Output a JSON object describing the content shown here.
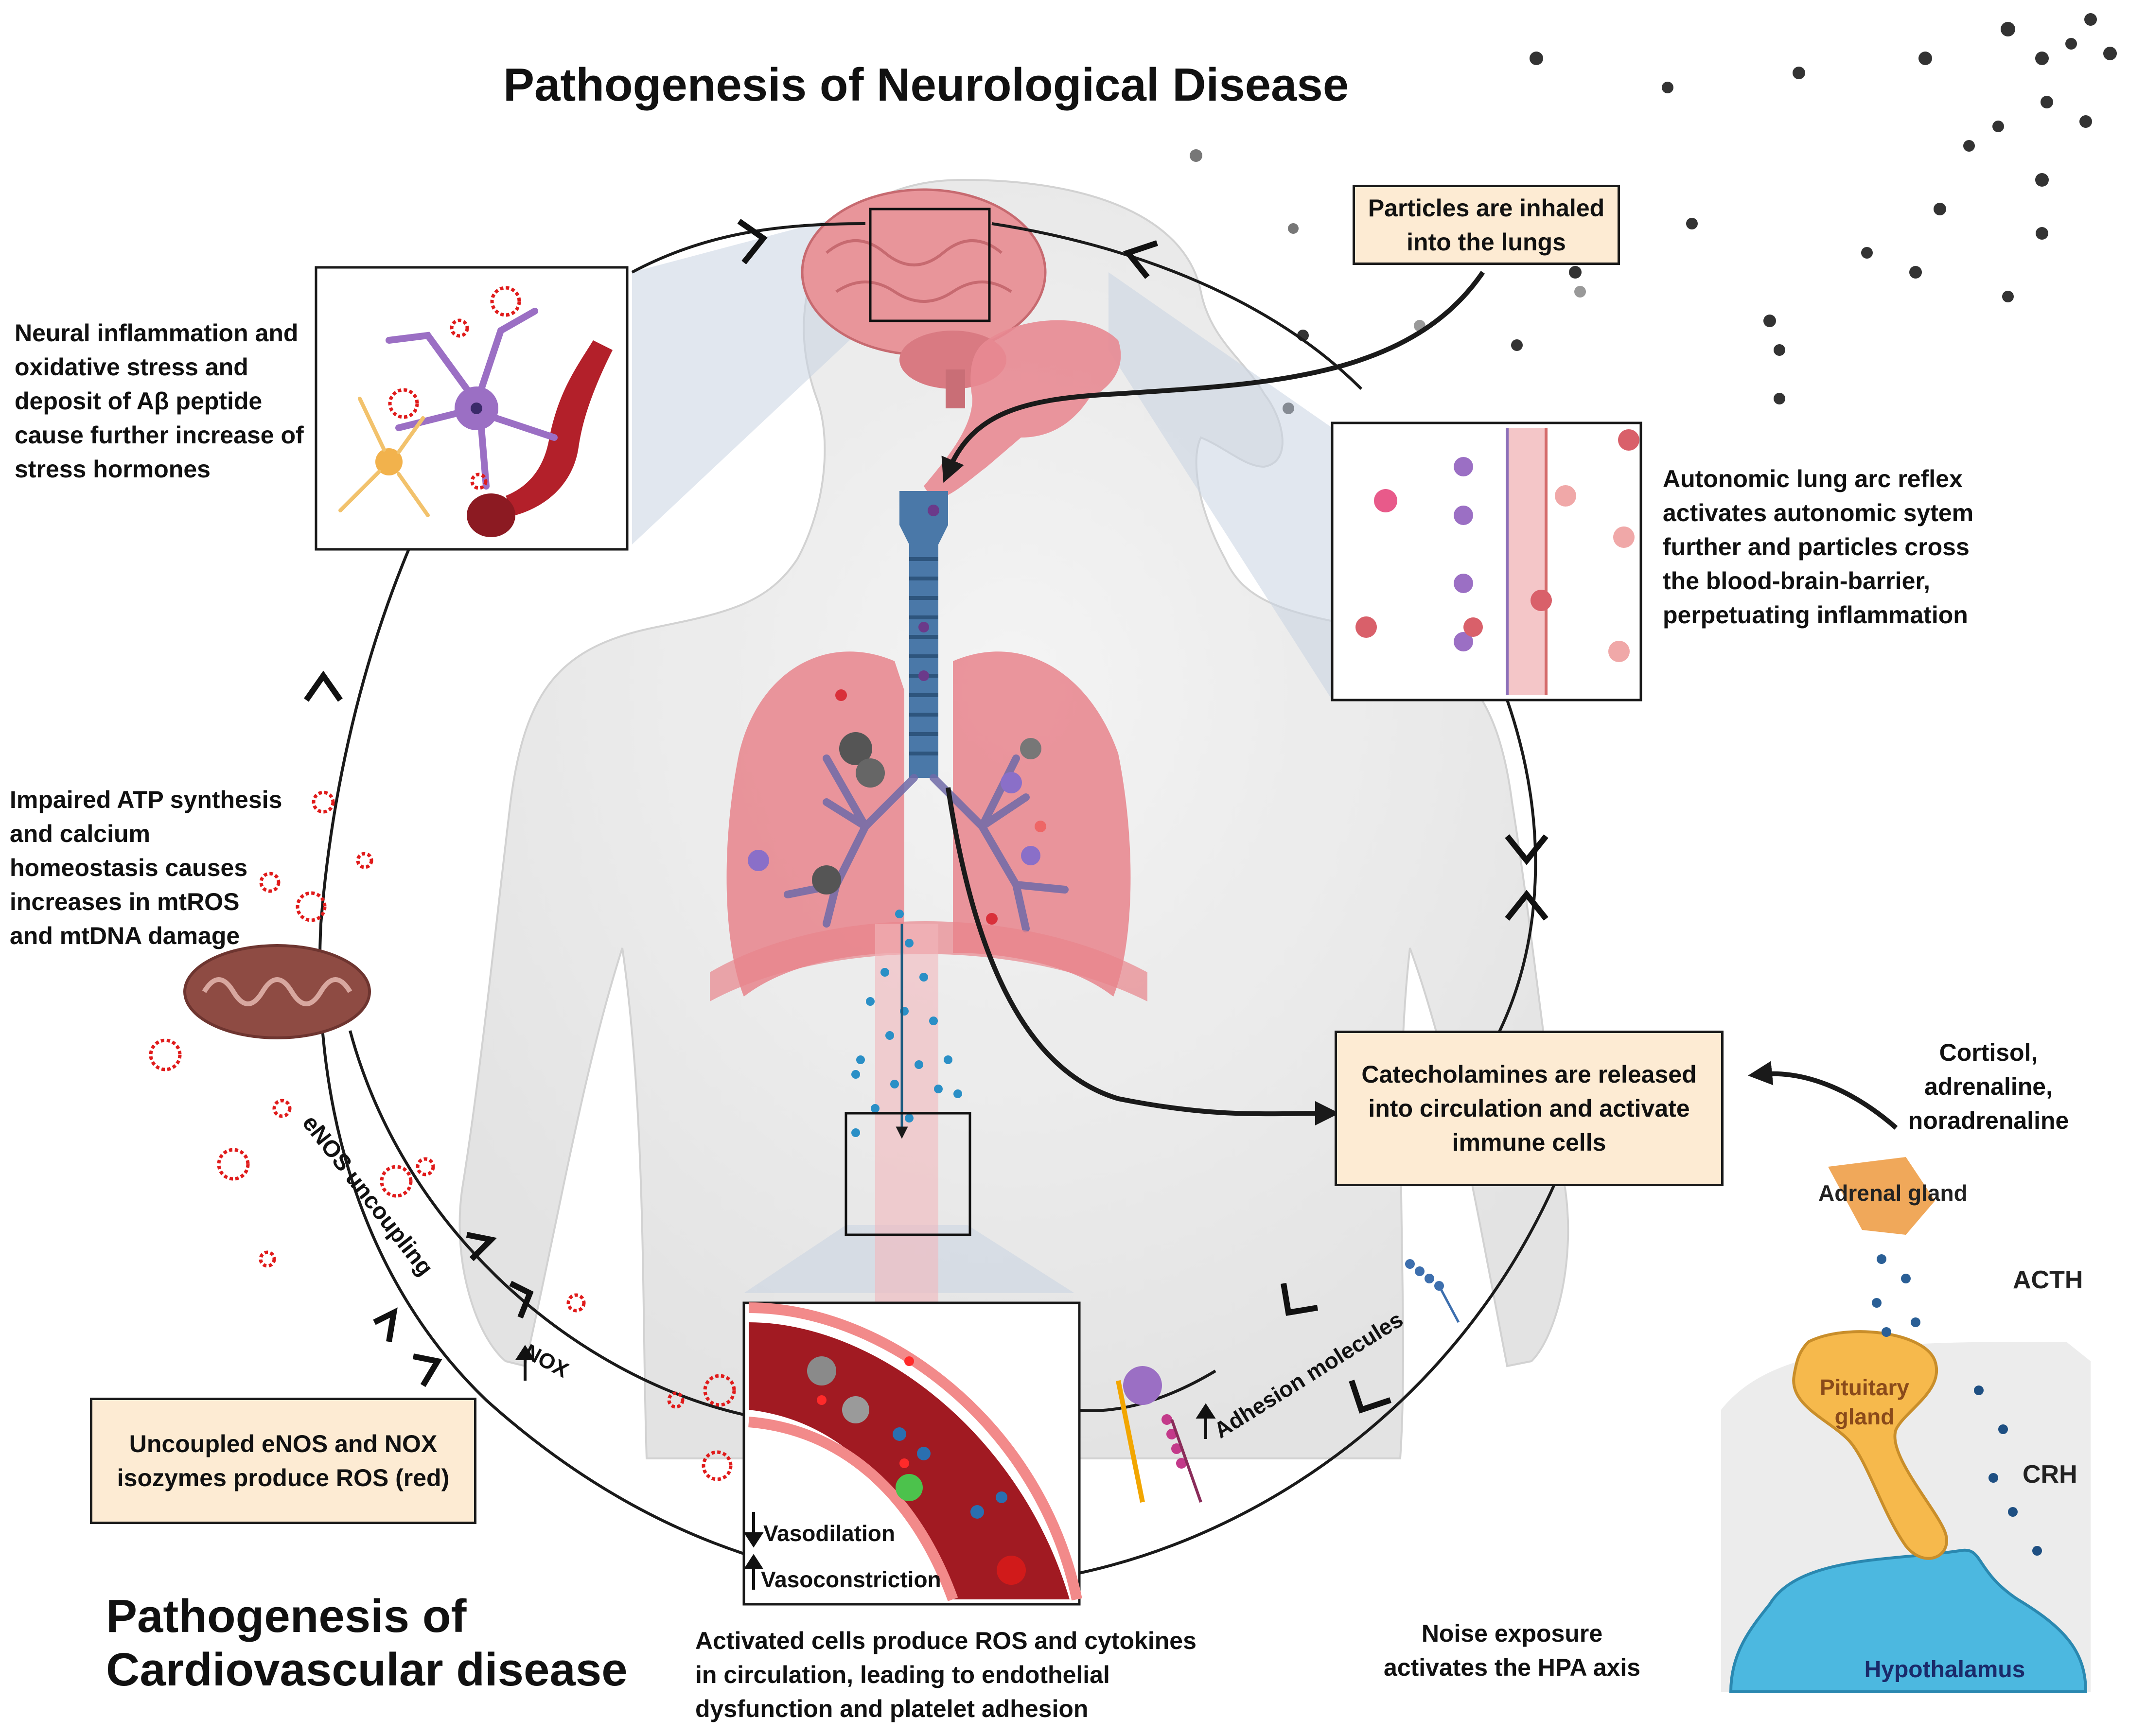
{
  "title_top": "Pathogenesis of Neurological Disease",
  "title_bottom": [
    "Pathogenesis of",
    "Cardiovascular disease"
  ],
  "boxes": {
    "particles": [
      "Particles are inhaled",
      "into the lungs"
    ],
    "catecholamines": [
      "Catecholamines are released",
      "into circulation and activate",
      "immune cells"
    ],
    "uncoupled": [
      "Uncoupled eNOS and NOX",
      "isozymes produce ROS (red)"
    ]
  },
  "notes": {
    "neural": [
      "Neural inflammation and",
      "oxidative stress and",
      "deposit of Aβ peptide",
      "cause further increase of",
      "stress hormones"
    ],
    "atp": [
      "Impaired ATP synthesis",
      "and calcium",
      "homeostasis causes",
      "increases in mtROS",
      "and mtDNA damage"
    ],
    "autonomic": [
      "Autonomic lung arc reflex",
      "activates autonomic sytem",
      "further and particles cross",
      "the blood-brain-barrier,",
      "perpetuating inflammation"
    ],
    "activated": [
      "Activated cells produce ROS and cytokines",
      "in circulation, leading to endothelial",
      "dysfunction and platelet adhesion"
    ],
    "noise": [
      "Noise exposure",
      "activates the HPA axis"
    ],
    "hormones": [
      "Cortisol,",
      "adrenaline,",
      "noradrenaline"
    ]
  },
  "labels": {
    "adrenal": "Adrenal gland",
    "acth": "ACTH",
    "pituitary": [
      "Pituitary",
      "gland"
    ],
    "crh": "CRH",
    "hypothalamus": "Hypothalamus",
    "enos": "eNOS uncoupling",
    "nox": "NOX",
    "adhesion": "Adhesion molecules",
    "vasodilation": "Vasodilation",
    "vasoconstriction": "Vasoconstriction"
  },
  "colors": {
    "box_fill": "#fdebd3",
    "ros_red": "#e01b1b",
    "cycle_line": "#1a1a1a",
    "lung_pink": "#e8848c",
    "trachea_blue": "#3f6f9e",
    "hypothalamus_blue": "#4cb8e0",
    "pituitary_orange": "#f6b94c",
    "neuron_purple": "#9b6fc4",
    "vessel_red": "#b3202a"
  }
}
